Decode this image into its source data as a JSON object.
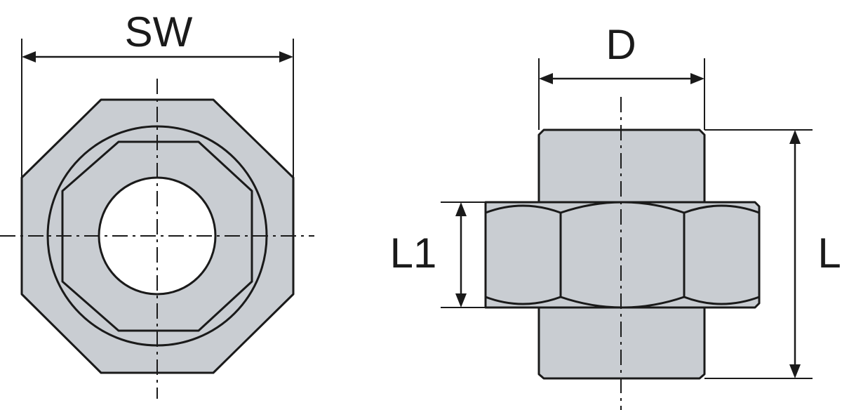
{
  "labels": {
    "sw": "SW",
    "d": "D",
    "l1": "L1",
    "l": "L"
  },
  "colors": {
    "part_fill": "#c9cdd2",
    "line": "#1a1a1a",
    "background": "#ffffff"
  }
}
